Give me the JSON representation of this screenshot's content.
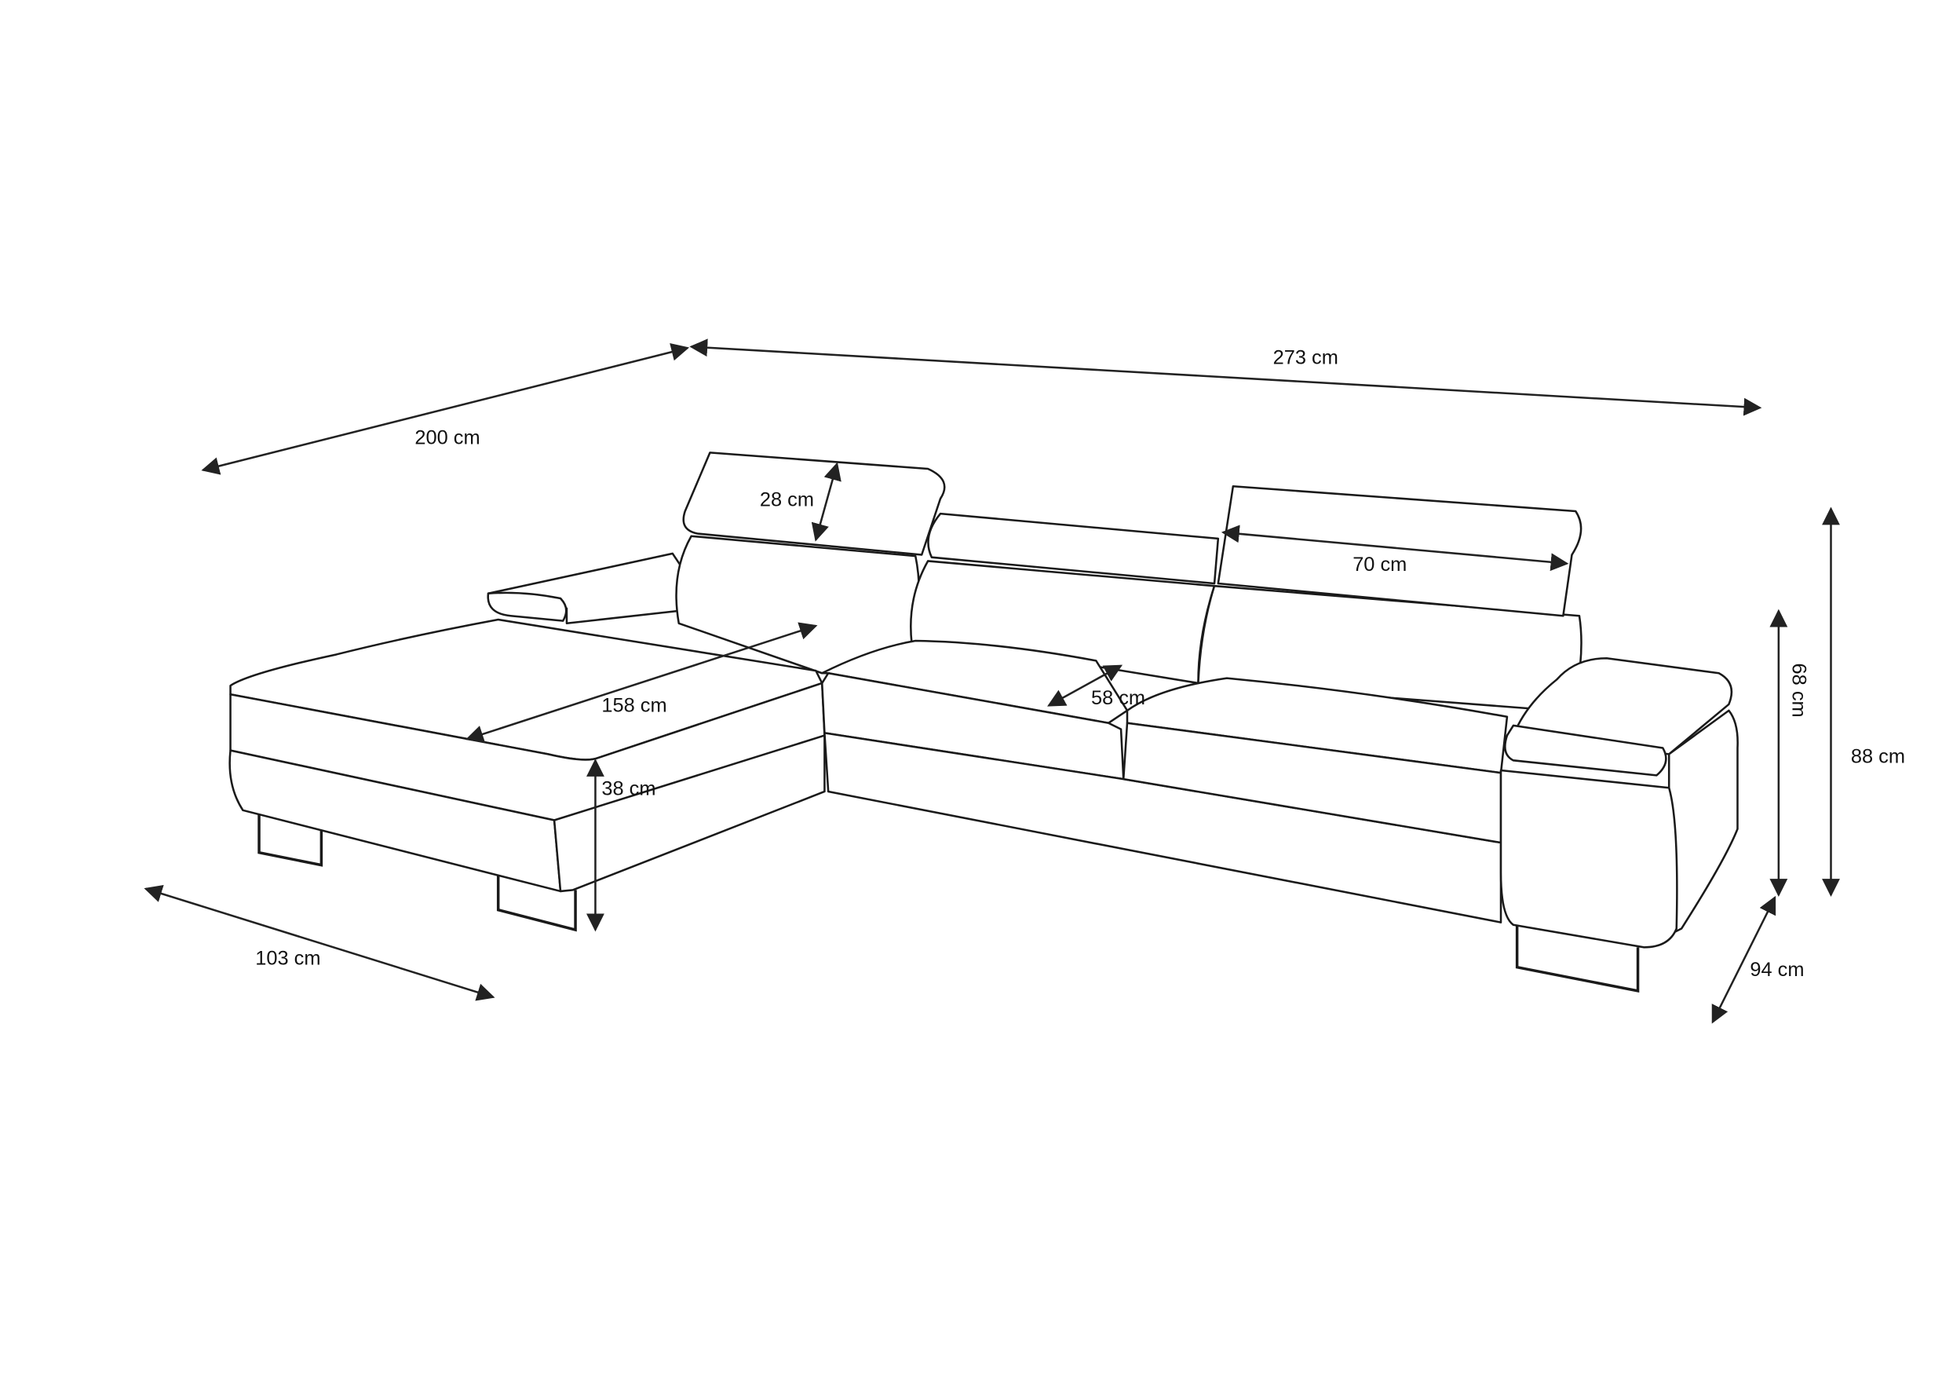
{
  "title": "Corner sofa dimension drawing",
  "dimensions": {
    "total_width": "273 cm",
    "depth_long_side": "200 cm",
    "headrest_height": "28 cm",
    "headrest_width": "70 cm",
    "chaise_length": "158 cm",
    "seat_depth": "58 cm",
    "seat_height": "38 cm",
    "back_height_low": "68 cm",
    "back_height_high": "88 cm",
    "chaise_width": "103 cm",
    "sofa_depth": "94 cm"
  },
  "colors": {
    "line": "#1a1a1a",
    "background": "#ffffff"
  }
}
